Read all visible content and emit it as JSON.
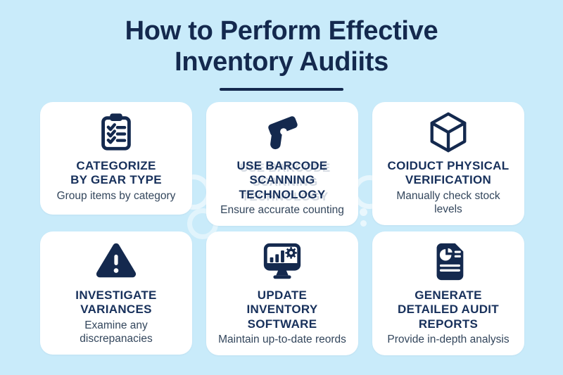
{
  "title": {
    "text": "How to Perform Effective\nInventory Audiits"
  },
  "colors": {
    "background": "#C9EBFA",
    "card_background": "#FFFFFF",
    "accent_navy": "#14294E",
    "subtitle_text": "#33465C"
  },
  "cards": [
    {
      "icon": "clipboard-checklist-icon",
      "title": "CATEGORIZE\nBY GEAR TYPE",
      "subtitle": "Group items by category"
    },
    {
      "icon": "barcode-scanner-icon",
      "title": "USE BARCODE\nSCANNING\nTECHNOLOGY",
      "subtitle": "Ensure accurate counting"
    },
    {
      "icon": "cube-icon",
      "title": "COIDUCT PHYSICAL\nVERIFICATION",
      "subtitle": "Manually check stock\nlevels"
    },
    {
      "icon": "warning-triangle-icon",
      "title": "INVESTIGATE\nVARIANCES",
      "subtitle": "Examine any\ndiscrepanacies"
    },
    {
      "icon": "monitor-analytics-icon",
      "title": "UPDATE\nINVENTORY\nSOFTWARE",
      "subtitle": "Maintain up-to-date reords"
    },
    {
      "icon": "report-document-icon",
      "title": "GENERATE\nDETAILED AUDIT\nREPORTS",
      "subtitle": "Provide in-depth analysis"
    }
  ]
}
